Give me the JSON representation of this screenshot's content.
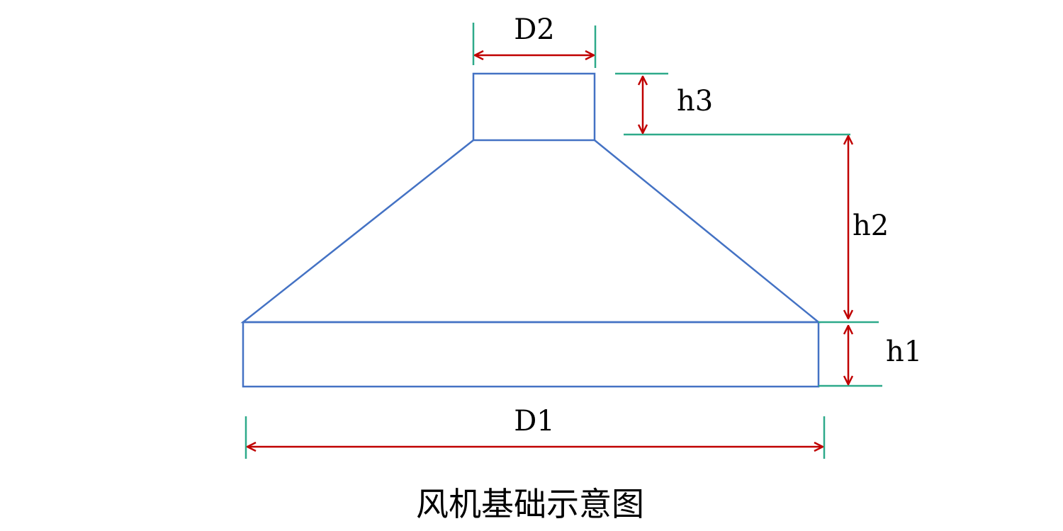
{
  "labels": {
    "d2": "D2",
    "h3": "h3",
    "h2": "h2",
    "h1": "h1",
    "d1": "D1"
  },
  "caption": "风机基础示意图",
  "colors": {
    "outline": "#4472C4",
    "dimension_arrow": "#C00000",
    "extension_line": "#2EAA8A",
    "text": "#000000",
    "background": "#FFFFFF"
  }
}
